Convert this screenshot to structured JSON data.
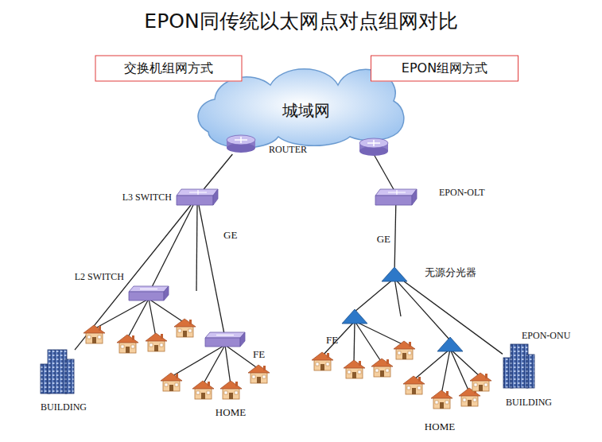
{
  "diagram": {
    "title": "EPON同传统以太网点对点组网对比",
    "nodes": [
      {
        "text": [
          "交换机组网方式"
        ]
      },
      {
        "text": [
          "EPON组网方式"
        ]
      },
      {
        "text": [
          "城域网"
        ]
      },
      {
        "text": [
          "ROUTER"
        ]
      },
      {
        "text": [
          "L3 SWITCH"
        ]
      },
      {
        "text": [
          "EPON-OLT"
        ]
      },
      {
        "text": [
          "L2 SWITCH"
        ]
      },
      {
        "text": [
          "BUILDING"
        ]
      },
      {
        "text": [
          "无源分光器"
        ]
      },
      {
        "text": [
          "EPON-ONU",
          "BUILDING"
        ]
      }
    ],
    "edges": [
      {
        "from": 3,
        "to": 4,
        "arrow": "none"
      },
      {
        "from": 4,
        "to": 6,
        "arrow": "none"
      },
      {
        "from": 4,
        "to": 7,
        "arrow": "none"
      },
      {
        "from": 5,
        "to": 8,
        "label": "GE",
        "arrow": "none"
      },
      {
        "from": 8,
        "to": 9,
        "arrow": "none"
      }
    ],
    "labels": [
      "GE",
      "FE",
      "FE",
      "HOME",
      "HOME"
    ]
  }
}
